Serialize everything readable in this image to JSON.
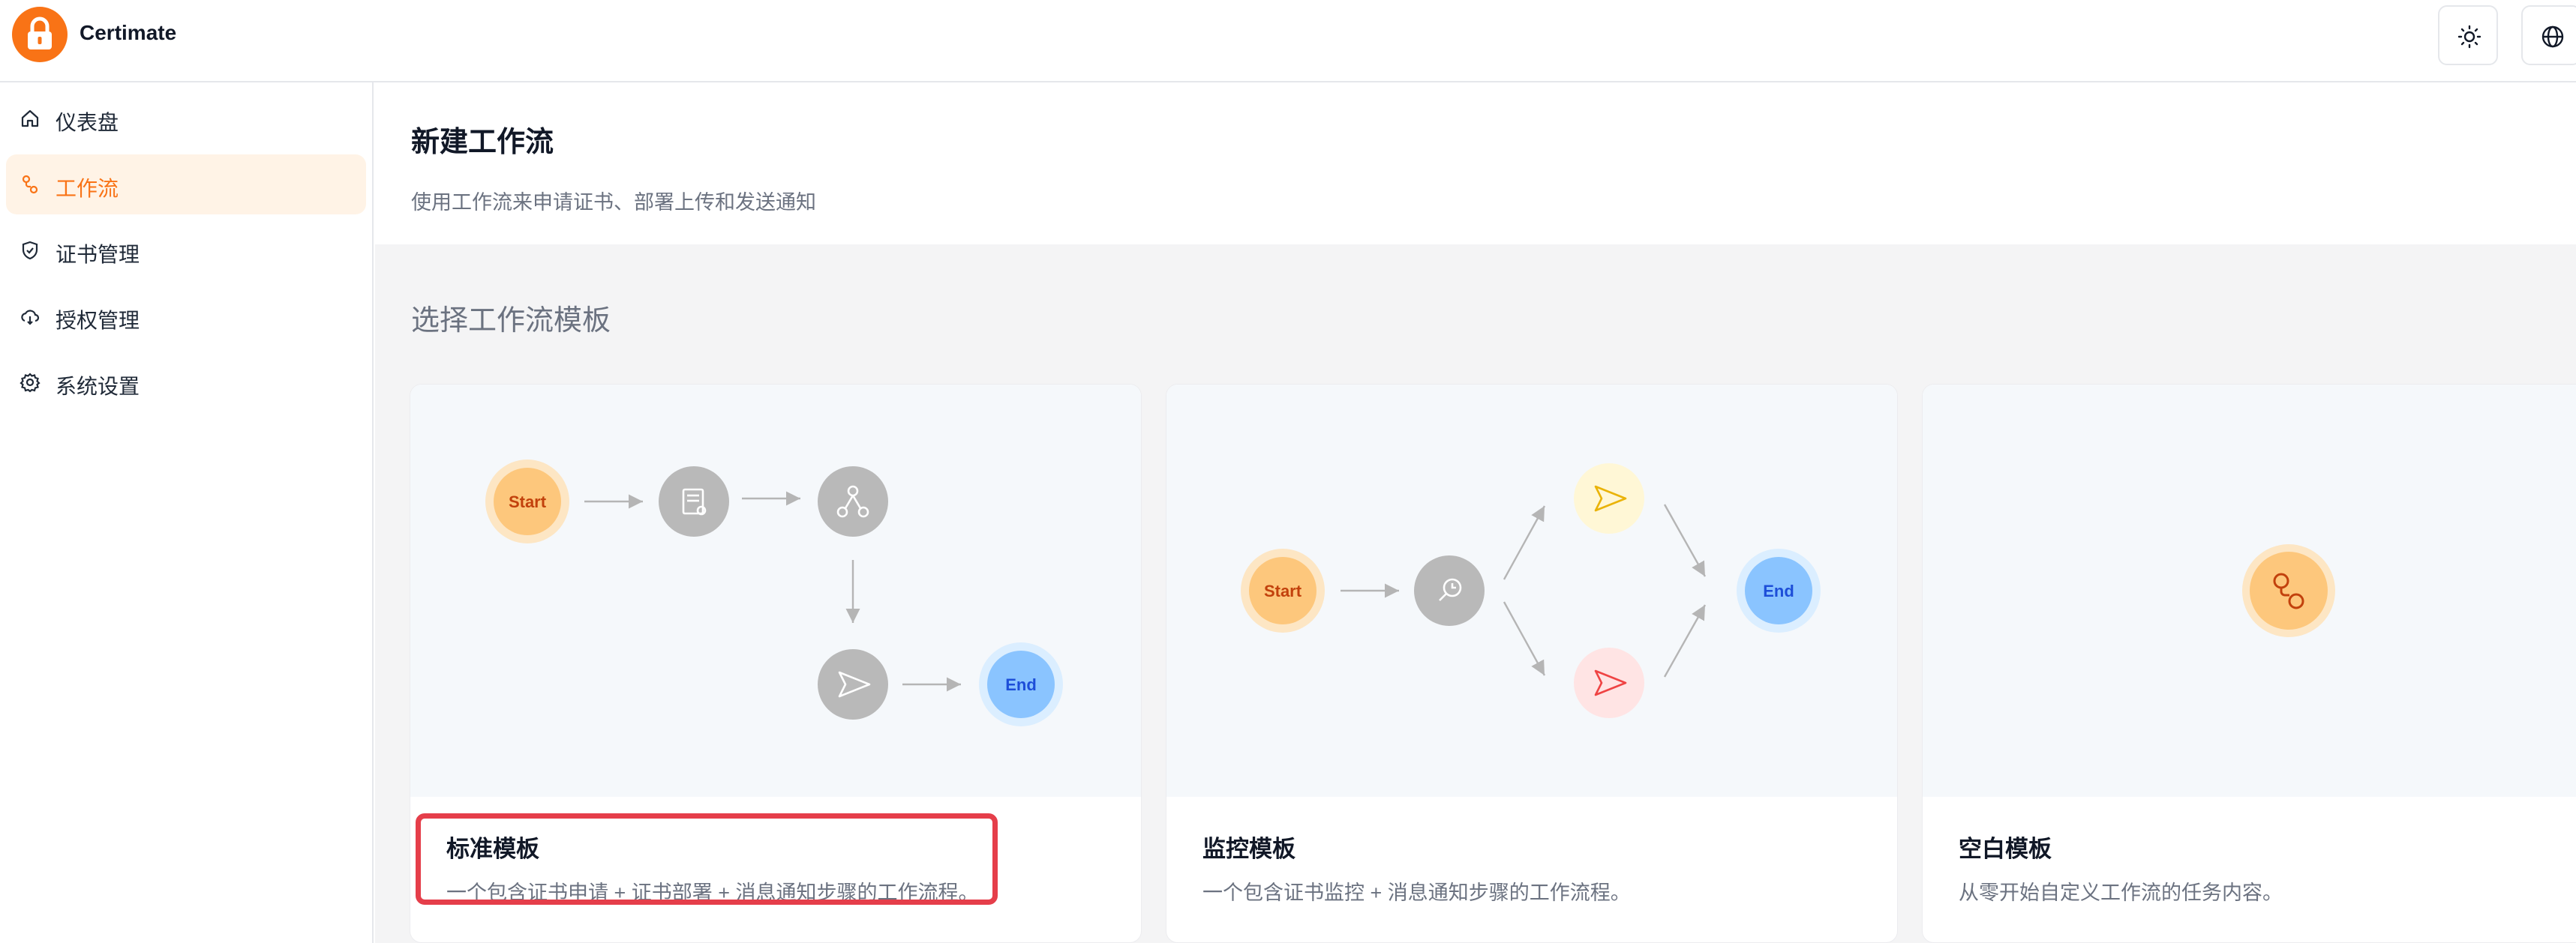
{
  "header": {
    "brand": "Certimate",
    "logo_icon": "lock-icon",
    "theme_icon": "sun-icon",
    "language_icon": "globe-icon"
  },
  "sidebar": {
    "items": [
      {
        "label": "仪表盘",
        "icon": "home-icon",
        "active": false
      },
      {
        "label": "工作流",
        "icon": "workflow-icon",
        "active": true
      },
      {
        "label": "证书管理",
        "icon": "shield-check-icon",
        "active": false
      },
      {
        "label": "授权管理",
        "icon": "key-cloud-icon",
        "active": false
      },
      {
        "label": "系统设置",
        "icon": "gear-icon",
        "active": false
      }
    ]
  },
  "page": {
    "title": "新建工作流",
    "subtitle": "使用工作流来申请证书、部署上传和发送通知"
  },
  "templates": {
    "section_title": "选择工作流模板",
    "node_labels": {
      "start": "Start",
      "end": "End"
    },
    "cards": [
      {
        "title": "标准模板",
        "description": "一个包含证书申请 + 证书部署 + 消息通知步骤的工作流程。",
        "highlighted": true
      },
      {
        "title": "监控模板",
        "description": "一个包含证书监控 + 消息通知步骤的工作流程。",
        "highlighted": false
      },
      {
        "title": "空白模板",
        "description": "从零开始自定义工作流的任务内容。",
        "highlighted": false
      }
    ]
  },
  "colors": {
    "accent": "#f97316",
    "active_bg": "#fff3e6",
    "start_node": "#fdc77c",
    "end_node": "#8ac4ff",
    "action_node": "#b9b9b9",
    "highlight": "#e53e4a"
  }
}
